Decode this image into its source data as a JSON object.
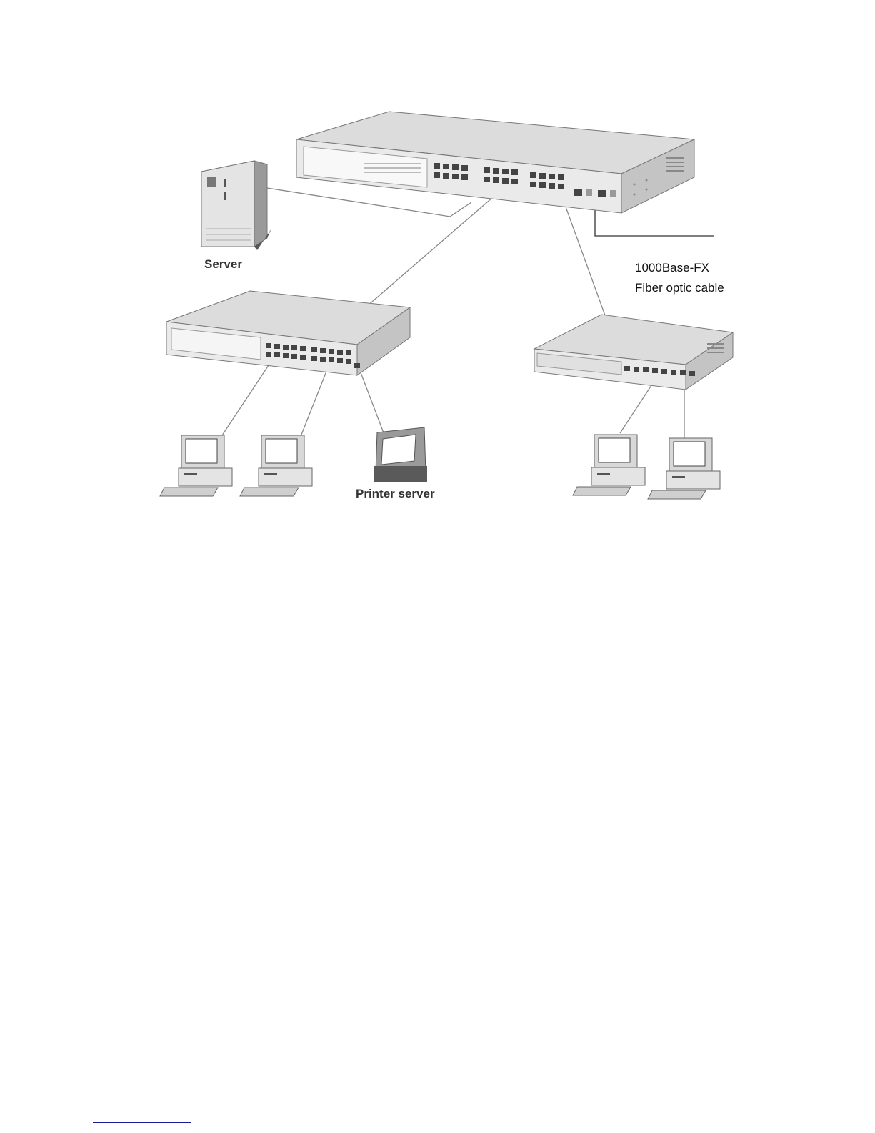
{
  "labels": {
    "server": "Server",
    "printer_server": "Printer server",
    "fiber_line1": "1000Base-FX",
    "fiber_line2": "Fiber optic cable"
  },
  "nodes": [
    {
      "name": "core-switch",
      "type": "rack-switch"
    },
    {
      "name": "server",
      "type": "tower-server"
    },
    {
      "name": "left-switch",
      "type": "desktop-switch"
    },
    {
      "name": "right-switch",
      "type": "desktop-switch"
    },
    {
      "name": "pc-1",
      "type": "workstation"
    },
    {
      "name": "pc-2",
      "type": "workstation"
    },
    {
      "name": "printer-server",
      "type": "printer"
    },
    {
      "name": "pc-3",
      "type": "workstation"
    },
    {
      "name": "pc-4",
      "type": "workstation"
    }
  ],
  "links": [
    [
      "server",
      "core-switch"
    ],
    [
      "core-switch",
      "left-switch"
    ],
    [
      "core-switch",
      "right-switch"
    ],
    [
      "core-switch",
      "fiber-uplink"
    ],
    [
      "left-switch",
      "pc-1"
    ],
    [
      "left-switch",
      "pc-2"
    ],
    [
      "left-switch",
      "printer-server"
    ],
    [
      "right-switch",
      "pc-3"
    ],
    [
      "right-switch",
      "pc-4"
    ]
  ],
  "colors": {
    "line": "#888888",
    "device_face": "#e6e6e6",
    "device_top": "#d0d0d0",
    "device_side": "#b8b8b8",
    "port": "#444444",
    "footer_rule": "#1a1aa0"
  }
}
